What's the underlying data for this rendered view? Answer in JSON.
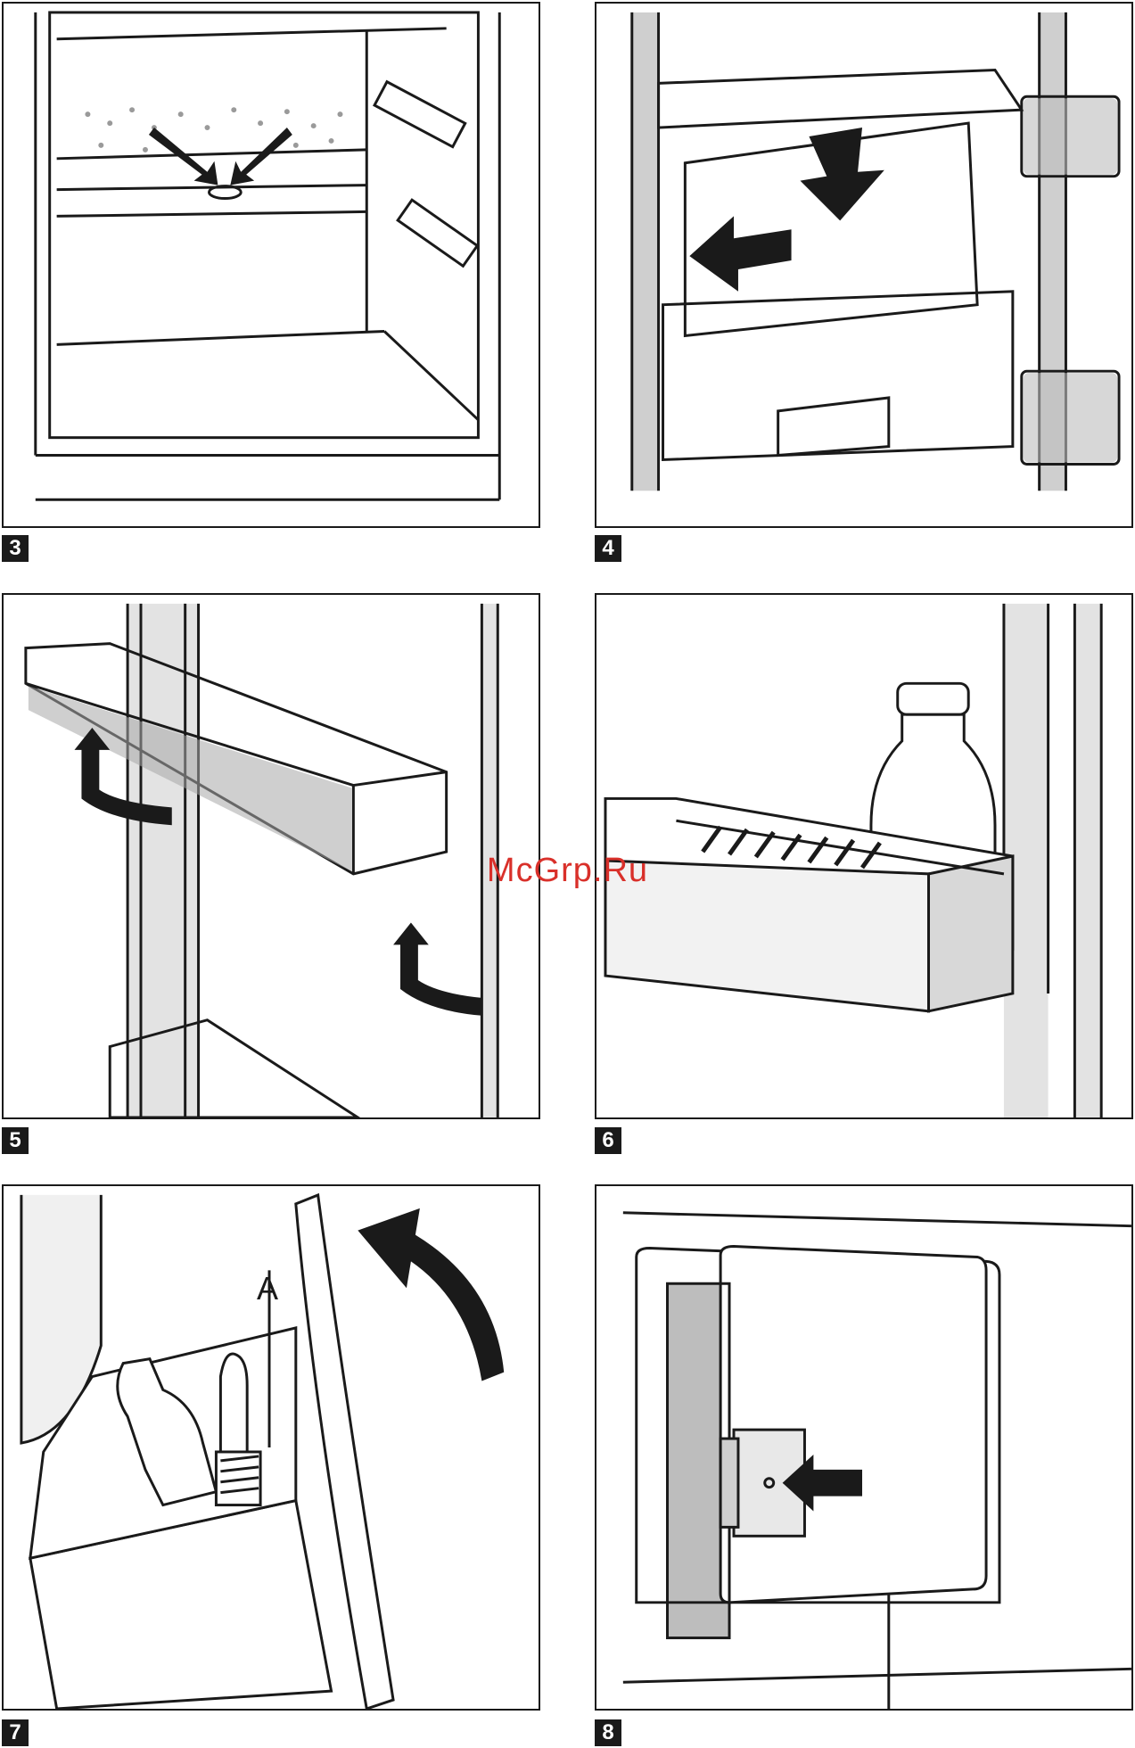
{
  "figures": [
    {
      "number": "3",
      "illustration": "defrost-water-drain"
    },
    {
      "number": "4",
      "illustration": "remove-crisper-drawer"
    },
    {
      "number": "5",
      "illustration": "remove-door-shelf"
    },
    {
      "number": "6",
      "illustration": "bottle-in-door-shelf"
    },
    {
      "number": "7",
      "illustration": "cleaning-drain-with-brush"
    },
    {
      "number": "8",
      "illustration": "freezer-compartment-door"
    }
  ],
  "labels": {
    "drain_tool": "A"
  },
  "watermark": "McGrp.Ru",
  "colors": {
    "line": "#1a1a1a",
    "shade": "#cfcfcf",
    "watermark": "#d9302a"
  }
}
